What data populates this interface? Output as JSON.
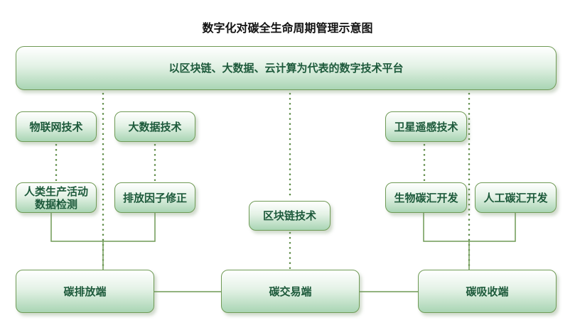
{
  "title": "数字化对碳全生命周期管理示意图",
  "platform": "以区块链、大数据、云计算为代表的数字技术平台",
  "tech": {
    "iot": "物联网技术",
    "bigdata": "大数据技术",
    "satellite": "卫星遥感技术",
    "blockchain": "区块链技术"
  },
  "functions": {
    "monitor_line1": "人类生产活动",
    "monitor_line2": "数据检测",
    "factor": "排放因子修正",
    "bio": "生物碳汇开发",
    "artificial": "人工碳汇开发"
  },
  "ends": {
    "emission": "碳排放端",
    "trading": "碳交易端",
    "absorption": "碳吸收端"
  },
  "colors": {
    "border": "#6f9a55",
    "text": "#1d5a3b",
    "line": "#5c8a45"
  }
}
